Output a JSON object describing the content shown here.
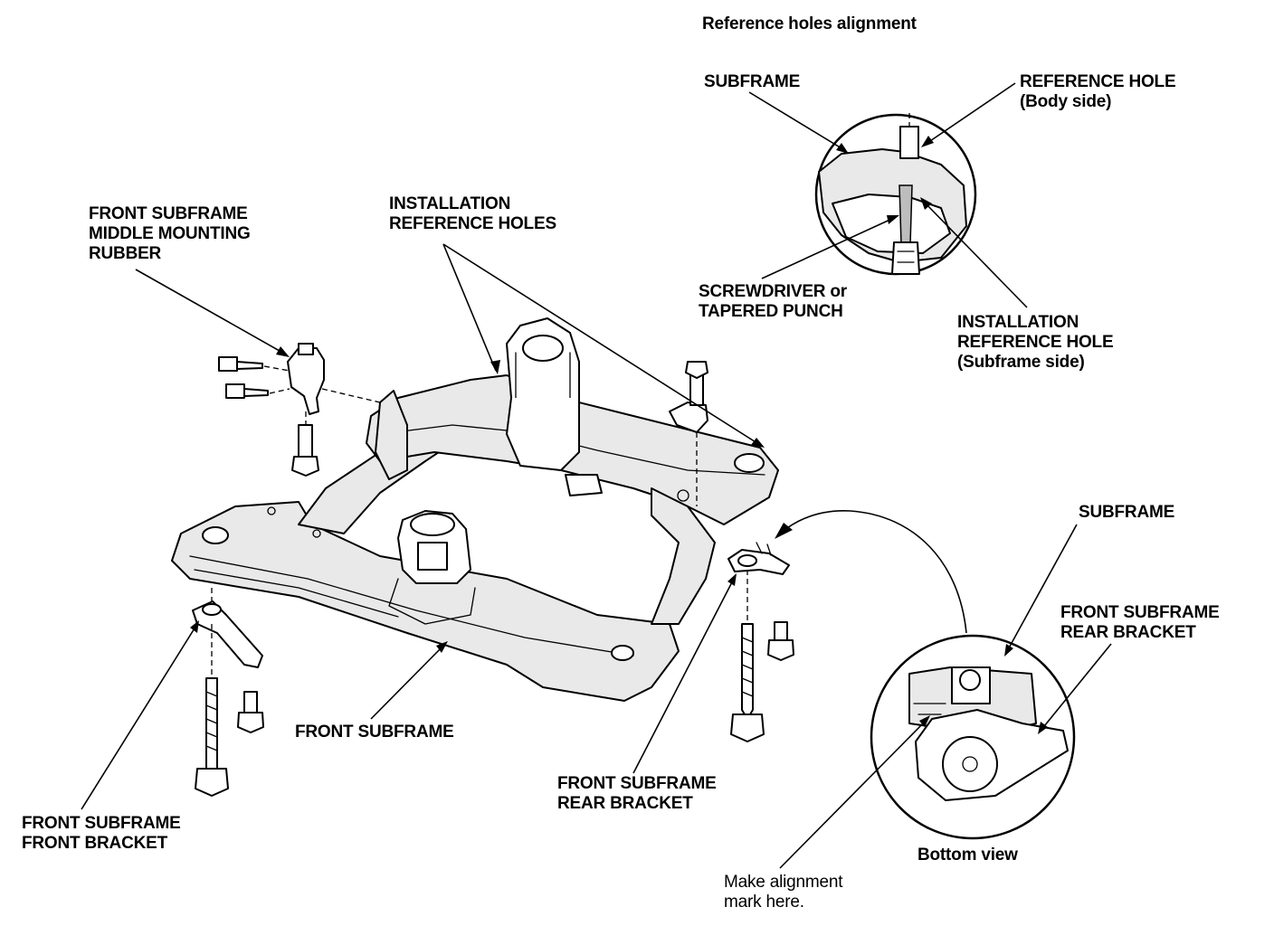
{
  "labels": {
    "ref_title": "Reference holes alignment",
    "subframe_top": "SUBFRAME",
    "reference_hole_1": "REFERENCE HOLE",
    "reference_hole_2": "(Body side)",
    "install_ref_holes_1": "INSTALLATION",
    "install_ref_holes_2": "REFERENCE HOLES",
    "middle_mount_1": "FRONT SUBFRAME",
    "middle_mount_2": "MIDDLE MOUNTING",
    "middle_mount_3": "RUBBER",
    "screwdriver_1": "SCREWDRIVER or",
    "screwdriver_2": "TAPERED PUNCH",
    "install_ref_hole_1": "INSTALLATION",
    "install_ref_hole_2": "REFERENCE HOLE",
    "install_ref_hole_3": "(Subframe side)",
    "subframe_right": "SUBFRAME",
    "rear_bracket_right_1": "FRONT SUBFRAME",
    "rear_bracket_right_2": "REAR BRACKET",
    "front_subframe": "FRONT SUBFRAME",
    "rear_bracket_bottom_1": "FRONT SUBFRAME",
    "rear_bracket_bottom_2": "REAR BRACKET",
    "front_bracket_1": "FRONT SUBFRAME",
    "front_bracket_2": "FRONT BRACKET",
    "bottom_view": "Bottom view",
    "alignment_mark_1": "Make alignment",
    "alignment_mark_2": "mark here."
  }
}
